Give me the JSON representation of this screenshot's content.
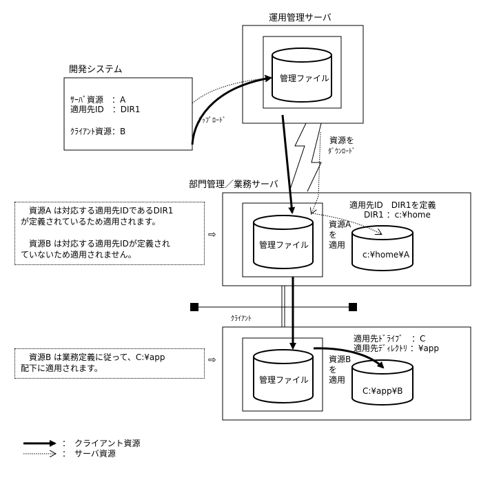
{
  "title_mgmt_server": "運用管理サーバ",
  "title_dev_system": "開発システム",
  "title_dept_server": "部門管理／業務サーバ",
  "dev_lines": [
    "ｻｰﾊﾞ資源　：A",
    "適用先ID　：DIR1",
    "",
    "ｸﾗｲｱﾝﾄ資源：B"
  ],
  "mgmt_file": "管理ファイル",
  "upload_label": "ｱｯﾌﾟﾛｰﾄﾞ",
  "download_label1": "資源を",
  "download_label2": "ﾀﾞｳﾝﾛｰﾄﾞ",
  "dept_mgmt_file": "管理ファイル",
  "dept_info1": "適用先ID　DIR1を定義",
  "dept_info2": "DIR1 ：c:¥home",
  "apply_a": [
    "資源A",
    "を",
    "適用"
  ],
  "dest_a": "c:¥home¥A",
  "note1": "　資源A は対応する適用先IDであるDIR1\nが定義されているため適用されます。\n\n　資源B は対応する適用先IDが定義され\nていないため適用されません。",
  "client_label": "ｸﾗｲｱﾝﾄ",
  "client_mgmt_file": "管理ファイル",
  "client_info1": "適用先ﾄﾞﾗｲﾌﾞ　：C",
  "client_info2": "適用先ﾃﾞｨﾚｸﾄﾘ ：¥app",
  "apply_b": [
    "資源B",
    "を",
    "適用"
  ],
  "dest_b": "C:¥app¥B",
  "note2": "　資源B は業務定義に従って、C:¥app\n配下に適用されます。",
  "arrow_right": "⇨",
  "legend_client": "：　クライアント資源",
  "legend_server": "：　サーバ資源"
}
